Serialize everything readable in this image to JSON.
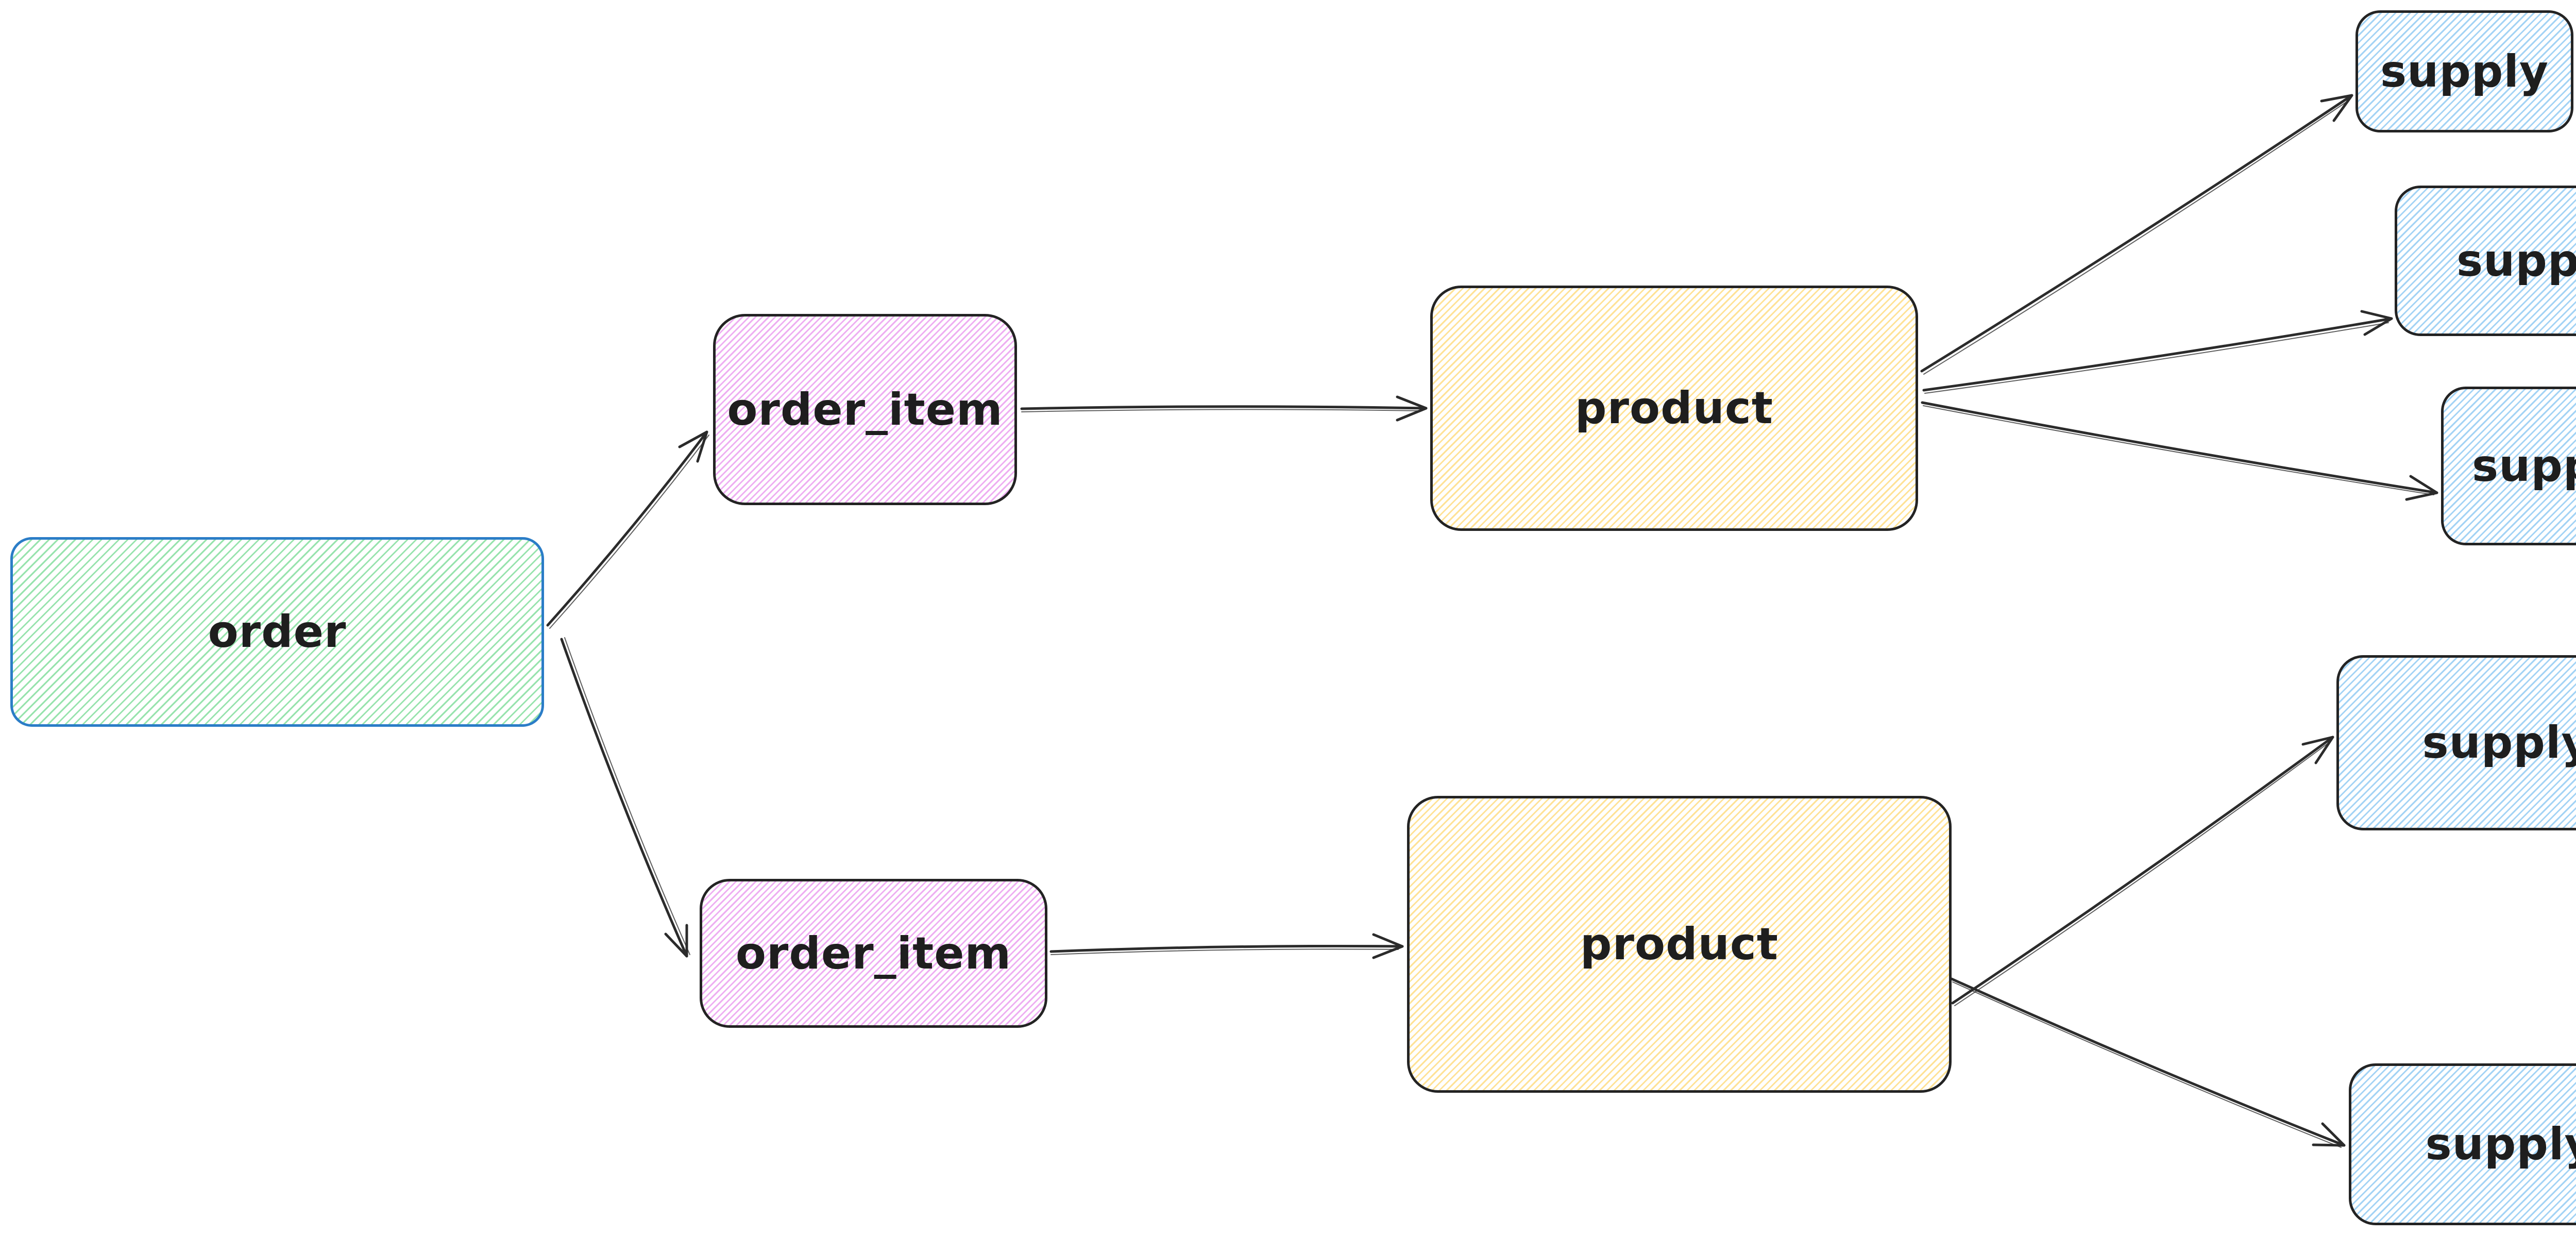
{
  "diagram": {
    "nodes": [
      {
        "id": "order",
        "label": "order",
        "fill": "light-green",
        "fill_color": "#97e3ad",
        "border_color": "#2b7dc7"
      },
      {
        "id": "order-item-top",
        "label": "order_item",
        "fill": "light-violet",
        "fill_color": "#eeaef2",
        "border_color": "#232323"
      },
      {
        "id": "order-item-bottom",
        "label": "order_item",
        "fill": "light-violet",
        "fill_color": "#eeaef2",
        "border_color": "#232323"
      },
      {
        "id": "product-top",
        "label": "product",
        "fill": "light-yellow",
        "fill_color": "#ffe296",
        "border_color": "#232323"
      },
      {
        "id": "product-bottom",
        "label": "product",
        "fill": "light-yellow",
        "fill_color": "#ffe296",
        "border_color": "#232323"
      },
      {
        "id": "supply-1",
        "label": "supply",
        "fill": "light-blue",
        "fill_color": "#a3d3f5",
        "border_color": "#232323"
      },
      {
        "id": "supply-2",
        "label": "supply",
        "fill": "light-blue",
        "fill_color": "#a3d3f5",
        "border_color": "#232323"
      },
      {
        "id": "supply-3",
        "label": "supply",
        "fill": "light-blue",
        "fill_color": "#a3d3f5",
        "border_color": "#232323"
      },
      {
        "id": "supply-4",
        "label": "supply",
        "fill": "light-blue",
        "fill_color": "#a3d3f5",
        "border_color": "#232323"
      },
      {
        "id": "supply-5",
        "label": "supply",
        "fill": "light-blue",
        "fill_color": "#a3d3f5",
        "border_color": "#232323"
      }
    ],
    "edges": [
      {
        "from": "order",
        "to": "order-item-top"
      },
      {
        "from": "order",
        "to": "order-item-bottom"
      },
      {
        "from": "order-item-top",
        "to": "product-top"
      },
      {
        "from": "order-item-bottom",
        "to": "product-bottom"
      },
      {
        "from": "product-top",
        "to": "supply-1"
      },
      {
        "from": "product-top",
        "to": "supply-2"
      },
      {
        "from": "product-top",
        "to": "supply-3"
      },
      {
        "from": "product-bottom",
        "to": "supply-4"
      },
      {
        "from": "product-bottom",
        "to": "supply-5"
      }
    ],
    "arrow_color": "#2b2b2b",
    "background_color": "#ffffff",
    "text_color": "#1e1e1e"
  }
}
